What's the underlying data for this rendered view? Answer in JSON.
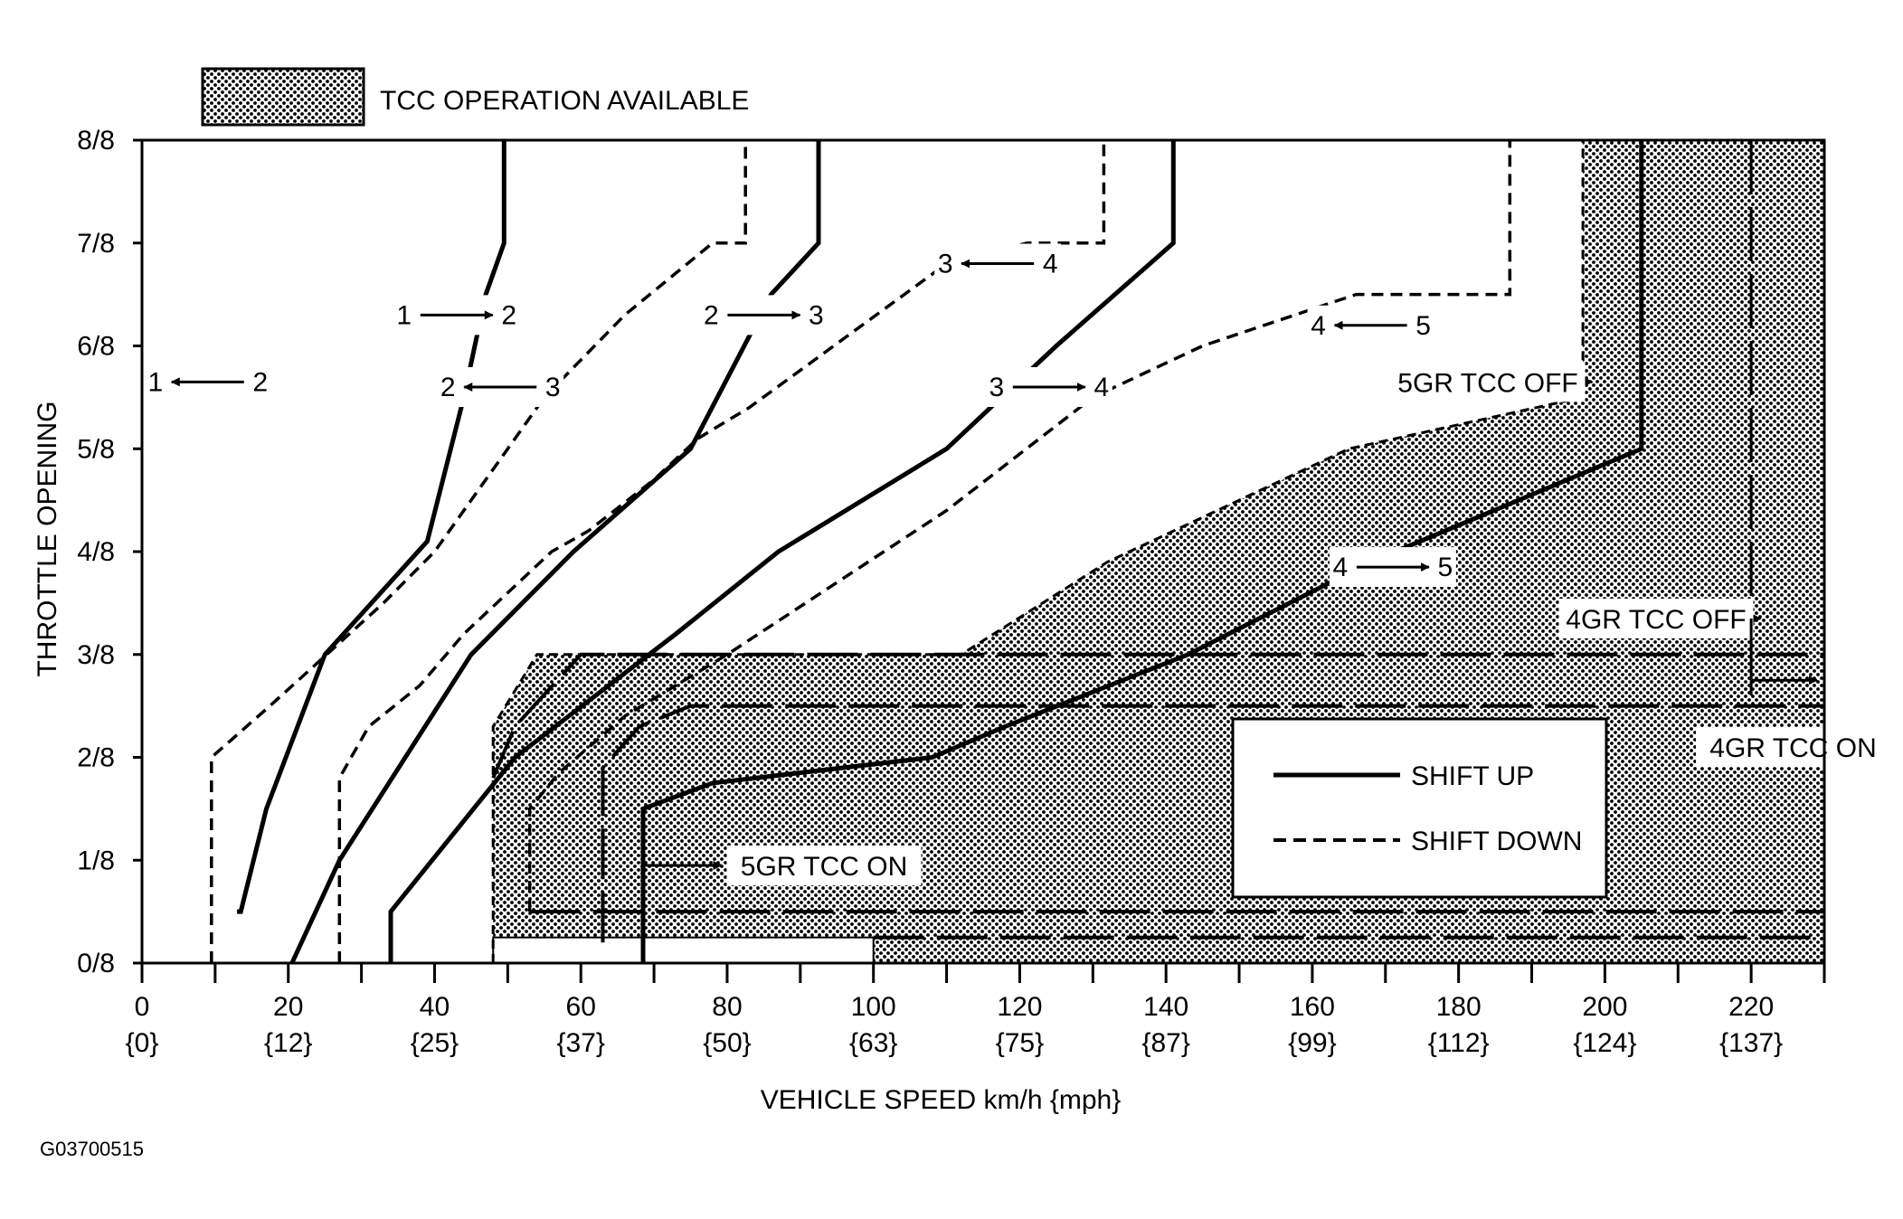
{
  "figure_id": "G03700515",
  "chart_data": {
    "type": "line",
    "title": "",
    "xlabel": "VEHICLE SPEED km/h {mph}",
    "ylabel": "THROTTLE OPENING",
    "xlim": [
      0,
      230
    ],
    "ylim": [
      0,
      8
    ],
    "x_ticks": [
      0,
      10,
      20,
      30,
      40,
      50,
      60,
      70,
      80,
      90,
      100,
      110,
      120,
      130,
      140,
      150,
      160,
      170,
      180,
      190,
      200,
      210,
      220,
      230
    ],
    "x_tick_labels": [
      {
        "x": 0,
        "kmh": "0",
        "mph": "{0}"
      },
      {
        "x": 20,
        "kmh": "20",
        "mph": "{12}"
      },
      {
        "x": 40,
        "kmh": "40",
        "mph": "{25}"
      },
      {
        "x": 60,
        "kmh": "60",
        "mph": "{37}"
      },
      {
        "x": 80,
        "kmh": "80",
        "mph": "{50}"
      },
      {
        "x": 100,
        "kmh": "100",
        "mph": "{63}"
      },
      {
        "x": 120,
        "kmh": "120",
        "mph": "{75}"
      },
      {
        "x": 140,
        "kmh": "140",
        "mph": "{87}"
      },
      {
        "x": 160,
        "kmh": "160",
        "mph": "{99}"
      },
      {
        "x": 180,
        "kmh": "180",
        "mph": "{112}"
      },
      {
        "x": 200,
        "kmh": "200",
        "mph": "{124}"
      },
      {
        "x": 220,
        "kmh": "220",
        "mph": "{137}"
      }
    ],
    "y_ticks": [
      {
        "y": 0,
        "label": "0/8"
      },
      {
        "y": 1,
        "label": "1/8"
      },
      {
        "y": 2,
        "label": "2/8"
      },
      {
        "y": 3,
        "label": "3/8"
      },
      {
        "y": 4,
        "label": "4/8"
      },
      {
        "y": 5,
        "label": "5/8"
      },
      {
        "y": 6,
        "label": "6/8"
      },
      {
        "y": 7,
        "label": "7/8"
      },
      {
        "y": 8,
        "label": "8/8"
      }
    ],
    "tcc_region": {
      "label": "TCC OPERATION AVAILABLE",
      "polygon": [
        [
          48,
          0
        ],
        [
          48,
          2.3
        ],
        [
          54,
          3
        ],
        [
          112,
          3
        ],
        [
          132,
          3.9
        ],
        [
          165,
          5
        ],
        [
          197,
          5.5
        ],
        [
          197,
          8
        ],
        [
          230,
          8
        ],
        [
          230,
          0
        ]
      ],
      "blank_strip": [
        [
          48,
          0
        ],
        [
          48,
          0.25
        ],
        [
          100,
          0.25
        ],
        [
          100,
          0
        ]
      ]
    },
    "series": [
      {
        "name": "SHIFT UP",
        "style": "solid",
        "label": "1→2",
        "points": [
          [
            13,
            0.5
          ],
          [
            13.5,
            0.5
          ],
          [
            17,
            1.5
          ],
          [
            25,
            3
          ],
          [
            39,
            4.1
          ],
          [
            44,
            5.5
          ],
          [
            47,
            6.5
          ],
          [
            49.5,
            7
          ],
          [
            49.5,
            8
          ]
        ]
      },
      {
        "name": "SHIFT UP",
        "style": "solid",
        "label": "2→3",
        "points": [
          [
            20.5,
            0
          ],
          [
            27,
            1
          ],
          [
            45,
            3
          ],
          [
            59,
            4
          ],
          [
            75,
            5
          ],
          [
            86,
            6.5
          ],
          [
            92.5,
            7
          ],
          [
            92.5,
            8
          ]
        ]
      },
      {
        "name": "SHIFT UP",
        "style": "solid",
        "label": "3→4",
        "points": [
          [
            34,
            0
          ],
          [
            34,
            0.5
          ],
          [
            51,
            2
          ],
          [
            73,
            3.2
          ],
          [
            87,
            4
          ],
          [
            110,
            5
          ],
          [
            125,
            6
          ],
          [
            141,
            7
          ],
          [
            141,
            8
          ]
        ]
      },
      {
        "name": "SHIFT UP",
        "style": "solid",
        "label": "4→5",
        "points": [
          [
            68.5,
            0
          ],
          [
            68.5,
            1.5
          ],
          [
            78,
            1.75
          ],
          [
            108,
            2
          ],
          [
            118,
            2.3
          ],
          [
            143,
            3
          ],
          [
            168,
            3.9
          ],
          [
            205,
            5
          ],
          [
            205,
            8
          ]
        ]
      },
      {
        "name": "SHIFT DOWN",
        "style": "dashed",
        "label": "2→1",
        "points": [
          [
            9.5,
            0
          ],
          [
            9.5,
            2
          ],
          [
            17.5,
            2.5
          ],
          [
            33,
            3.5
          ],
          [
            40,
            4
          ],
          [
            55,
            5.5
          ],
          [
            66,
            6.3
          ],
          [
            78,
            7
          ],
          [
            82.5,
            7
          ],
          [
            82.5,
            8
          ]
        ]
      },
      {
        "name": "SHIFT DOWN",
        "style": "dashed",
        "label": "3→2",
        "points": [
          [
            27,
            0
          ],
          [
            27,
            1.8
          ],
          [
            31,
            2.3
          ],
          [
            38,
            2.7
          ],
          [
            44,
            3.2
          ],
          [
            56,
            4
          ],
          [
            61,
            4.2
          ],
          [
            70,
            4.7
          ],
          [
            76,
            5.1
          ],
          [
            83,
            5.4
          ],
          [
            110,
            6.8
          ],
          [
            121,
            7
          ],
          [
            131.5,
            7
          ],
          [
            131.5,
            8
          ]
        ]
      },
      {
        "name": "SHIFT DOWN",
        "style": "dashed",
        "label": "4→3",
        "points": [
          [
            53,
            0.5
          ],
          [
            53,
            1.5
          ],
          [
            57,
            1.85
          ],
          [
            66,
            2.4
          ],
          [
            80,
            3
          ],
          [
            110,
            4.4
          ],
          [
            130,
            5.5
          ],
          [
            145,
            6
          ],
          [
            166,
            6.5
          ],
          [
            187,
            6.5
          ],
          [
            187,
            8
          ]
        ]
      },
      {
        "name": "4GR TCC",
        "style": "longdash",
        "label": "4GR TCC lock-up",
        "points": [
          [
            48,
            1.8
          ],
          [
            51,
            2.3
          ],
          [
            60,
            3
          ],
          [
            230,
            3
          ]
        ]
      },
      {
        "name": "4GR TCC",
        "style": "longdash",
        "label": "4GR TCC unlock",
        "points": [
          [
            53,
            0.5
          ],
          [
            230,
            0.5
          ]
        ]
      },
      {
        "name": "5GR TCC",
        "style": "longdash",
        "label": "5GR TCC lock-up",
        "points": [
          [
            63,
            0.2
          ],
          [
            63,
            1.9
          ],
          [
            68,
            2.3
          ],
          [
            75,
            2.5
          ],
          [
            230,
            2.5
          ]
        ]
      },
      {
        "name": "5GR TCC",
        "style": "longdash",
        "label": "5GR TCC unlock",
        "points": [
          [
            100,
            0.25
          ],
          [
            230,
            0.25
          ]
        ]
      }
    ],
    "legend": {
      "placement": "bottom-right",
      "entries": [
        {
          "label": "SHIFT UP",
          "style": "solid"
        },
        {
          "label": "SHIFT DOWN",
          "style": "dashed"
        }
      ]
    },
    "annotations": [
      {
        "from": "1",
        "to": "2",
        "x": 43,
        "y": 6.3,
        "direction": "right"
      },
      {
        "from": "1",
        "to": "2",
        "x": 9,
        "y": 5.65,
        "direction": "left"
      },
      {
        "from": "2",
        "to": "3",
        "x": 85,
        "y": 6.3,
        "direction": "right"
      },
      {
        "from": "2",
        "to": "3",
        "x": 49,
        "y": 5.6,
        "direction": "left"
      },
      {
        "from": "3",
        "to": "4",
        "x": 124,
        "y": 5.6,
        "direction": "right"
      },
      {
        "from": "3",
        "to": "4",
        "x": 117,
        "y": 6.8,
        "direction": "left"
      },
      {
        "from": "4",
        "to": "5",
        "x": 168,
        "y": 6.2,
        "direction": "left"
      },
      {
        "from": "4",
        "to": "5",
        "x": 171,
        "y": 3.85,
        "direction": "right"
      }
    ],
    "tcc_labels": [
      {
        "text": "5GR TCC OFF",
        "x": 184,
        "y": 5.65,
        "arrow": "left"
      },
      {
        "text": "4GR TCC OFF",
        "x": 207,
        "y": 3.35,
        "arrow": "left"
      },
      {
        "text": "4GR TCC ON",
        "x": 228,
        "y": 2.1,
        "arrow": "right"
      },
      {
        "text": "5GR TCC ON",
        "x": 92,
        "y": 0.95,
        "arrow": "right"
      }
    ]
  }
}
